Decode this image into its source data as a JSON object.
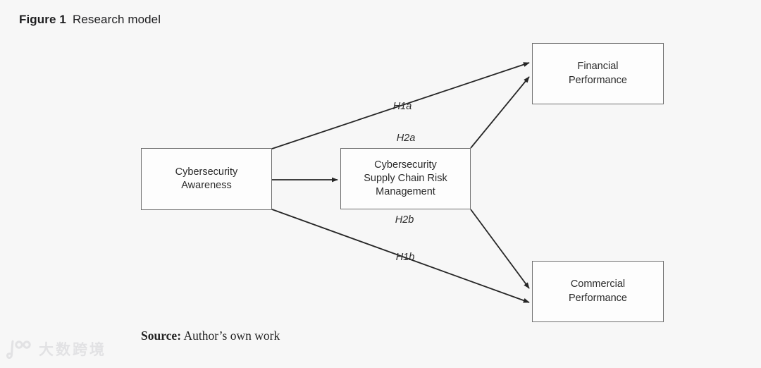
{
  "figure": {
    "label": "Figure 1",
    "title": "Research model"
  },
  "diagram": {
    "type": "research-model-path-diagram",
    "nodes": [
      {
        "id": "cybersecurity-awareness",
        "label": "Cybersecurity\nAwareness"
      },
      {
        "id": "cybersecurity-supply-chain-risk-management",
        "label": "Cybersecurity\nSupply Chain Risk\nManagement"
      },
      {
        "id": "financial-performance",
        "label": "Financial\nPerformance"
      },
      {
        "id": "commercial-performance",
        "label": "Commercial\nPerformance"
      }
    ],
    "edges": [
      {
        "id": "h1a",
        "label": "H1a",
        "from": "cybersecurity-awareness",
        "to": "financial-performance"
      },
      {
        "id": "h2a",
        "label": "H2a",
        "from": "cybersecurity-supply-chain-risk-management",
        "to": "financial-performance"
      },
      {
        "id": "awareness-to-scrm",
        "label": "",
        "from": "cybersecurity-awareness",
        "to": "cybersecurity-supply-chain-risk-management"
      },
      {
        "id": "h2b",
        "label": "H2b",
        "from": "cybersecurity-supply-chain-risk-management",
        "to": "commercial-performance"
      },
      {
        "id": "h1b",
        "label": "H1b",
        "from": "cybersecurity-awareness",
        "to": "commercial-performance"
      }
    ]
  },
  "source": {
    "label": "Source:",
    "text": " Author’s own work"
  },
  "watermark": {
    "text": "大数跨境"
  },
  "colors": {
    "background": "#f7f7f7",
    "box_fill": "#fdfdfd",
    "box_border": "#6f6f6f",
    "arrow": "#262626",
    "text": "#2b2b2b",
    "watermark": "#e2e2e4"
  }
}
